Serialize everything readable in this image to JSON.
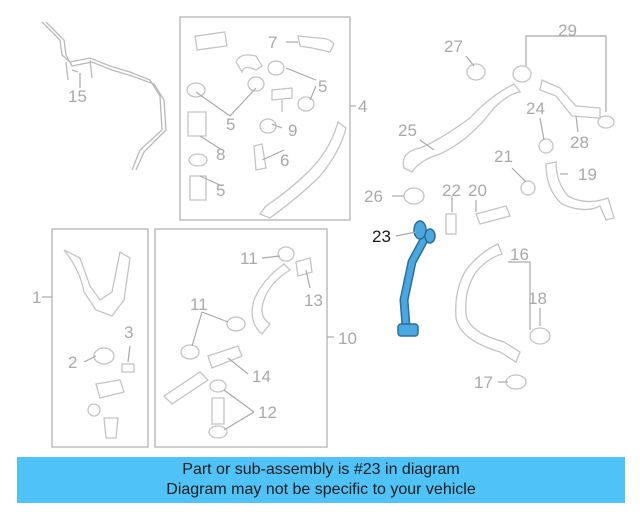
{
  "callouts": {
    "c1": "1",
    "c2": "2",
    "c3": "3",
    "c4": "4",
    "c5": "5",
    "c6": "6",
    "c7": "7",
    "c8": "8",
    "c9": "9",
    "c10": "10",
    "c11": "11",
    "c12": "12",
    "c13": "13",
    "c14": "14",
    "c15": "15",
    "c16": "16",
    "c17": "17",
    "c18": "18",
    "c19": "19",
    "c20": "20",
    "c21": "21",
    "c22": "22",
    "c23": "23",
    "c24": "24",
    "c25": "25",
    "c26": "26",
    "c27": "27",
    "c28": "28",
    "c29": "29"
  },
  "highlight": {
    "part": "23",
    "color": "#4aa8df"
  },
  "banner": {
    "line1": "Part or sub-assembly is #23 in diagram",
    "line2": "Diagram may not be specific to your vehicle",
    "color": "#4fc3f7"
  }
}
